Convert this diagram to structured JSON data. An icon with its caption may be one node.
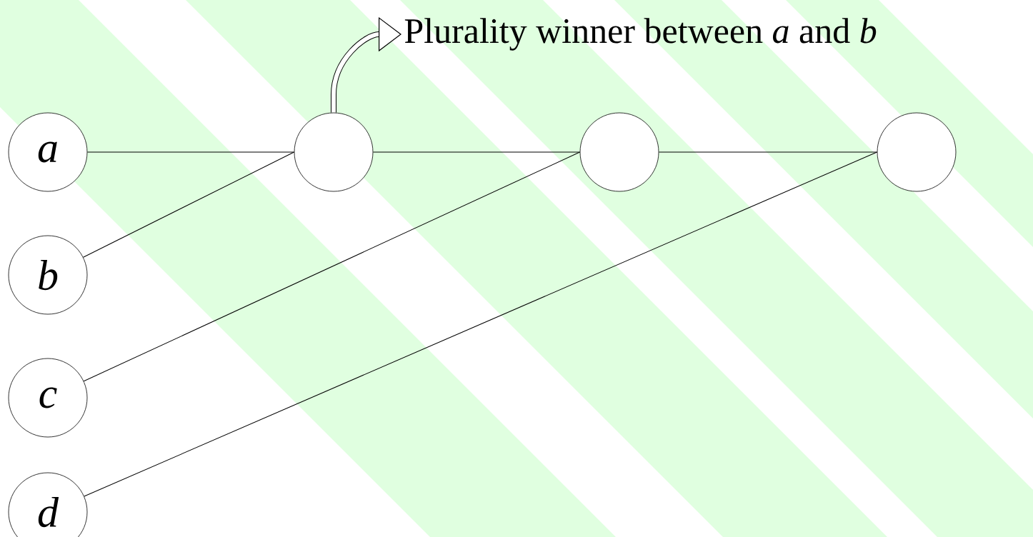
{
  "diagram": {
    "nodes": [
      {
        "text": [
          "a"
        ]
      },
      {
        "text": [
          "b"
        ]
      },
      {
        "text": [
          "c"
        ]
      },
      {
        "text": [
          "d"
        ]
      },
      {
        "text": [],
        "shape": "circle"
      },
      {
        "text": [],
        "shape": "circle"
      },
      {
        "text": [],
        "shape": "circle"
      },
      {
        "text": [
          "Plurality winner between *a* and *b*"
        ]
      }
    ],
    "edges": [
      {
        "from": 0,
        "to": 4,
        "arrow": "none"
      },
      {
        "from": 1,
        "to": 4,
        "arrow": "none"
      },
      {
        "from": 4,
        "to": 5,
        "arrow": "none"
      },
      {
        "from": 2,
        "to": 5,
        "arrow": "none"
      },
      {
        "from": 5,
        "to": 6,
        "arrow": "none"
      },
      {
        "from": 3,
        "to": 6,
        "arrow": "none"
      },
      {
        "from": 4,
        "to": 7,
        "arrow": "to",
        "style": "thick"
      }
    ]
  }
}
